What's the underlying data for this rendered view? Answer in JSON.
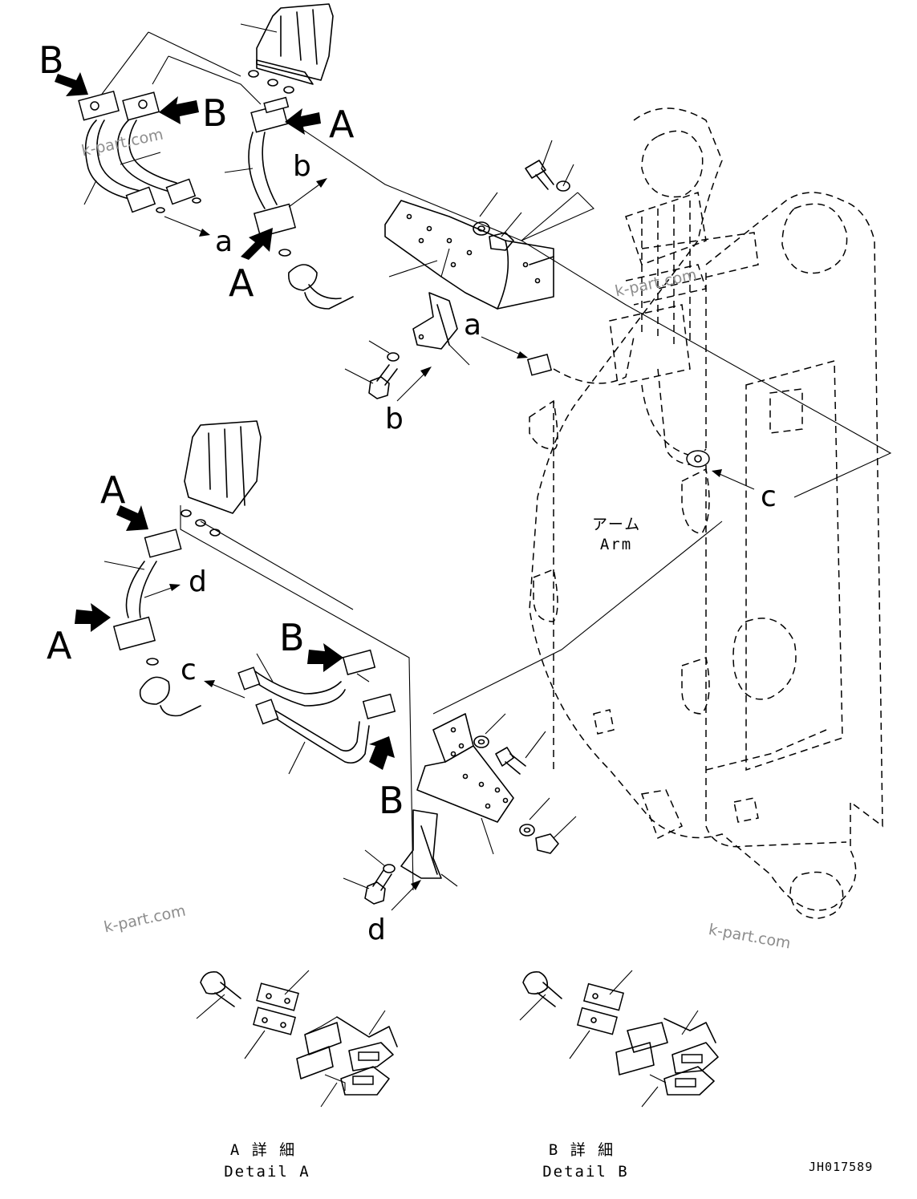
{
  "callouts": {
    "B_top_left": "B",
    "B_top_mid": "B",
    "A_top": "A",
    "A_top_lower": "A",
    "a_top": "a",
    "b_top": "b",
    "a_mid": "a",
    "b_mid": "b",
    "c_right": "c",
    "A_lower_top": "A",
    "A_lower_left": "A",
    "d_lower": "d",
    "c_lower": "c",
    "B_lower_mid": "B",
    "B_lower_bottom": "B",
    "d_bottom": "d"
  },
  "arm_label": {
    "jp": "アーム",
    "en": "Arm"
  },
  "details": {
    "detail_a": {
      "jp": "A 詳 細",
      "en": "Detail A"
    },
    "detail_b": {
      "jp": "B 詳 細",
      "en": "Detail B"
    }
  },
  "watermarks": [
    "k-part.com",
    "k-part.com",
    "k-part.com",
    "k-part.com"
  ],
  "drawing_number": "JH017589"
}
